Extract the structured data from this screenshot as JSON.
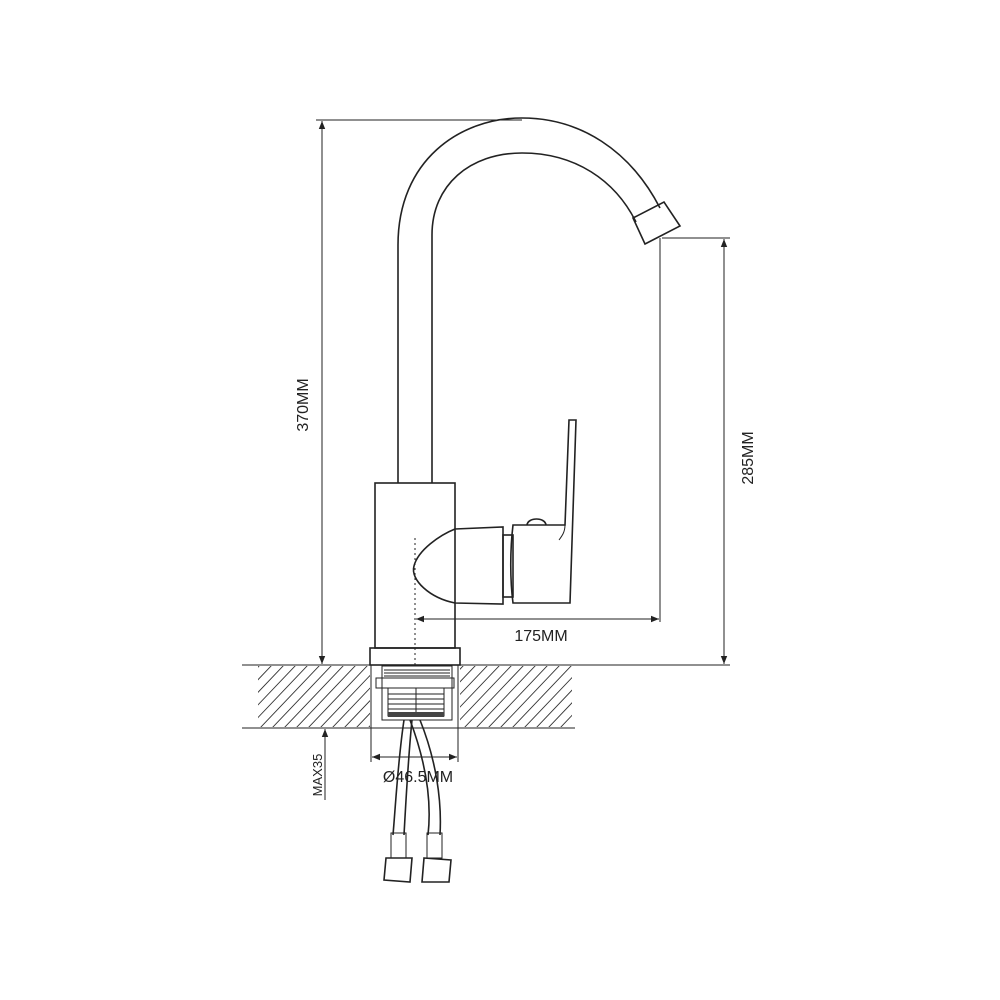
{
  "dimensions": {
    "total_height": "370MM",
    "spout_height": "285MM",
    "spout_reach": "175MM",
    "base_diameter": "Ø46.5MM",
    "max_counter_thickness": "MAX35"
  },
  "colors": {
    "line": "#222222",
    "background": "#ffffff"
  }
}
